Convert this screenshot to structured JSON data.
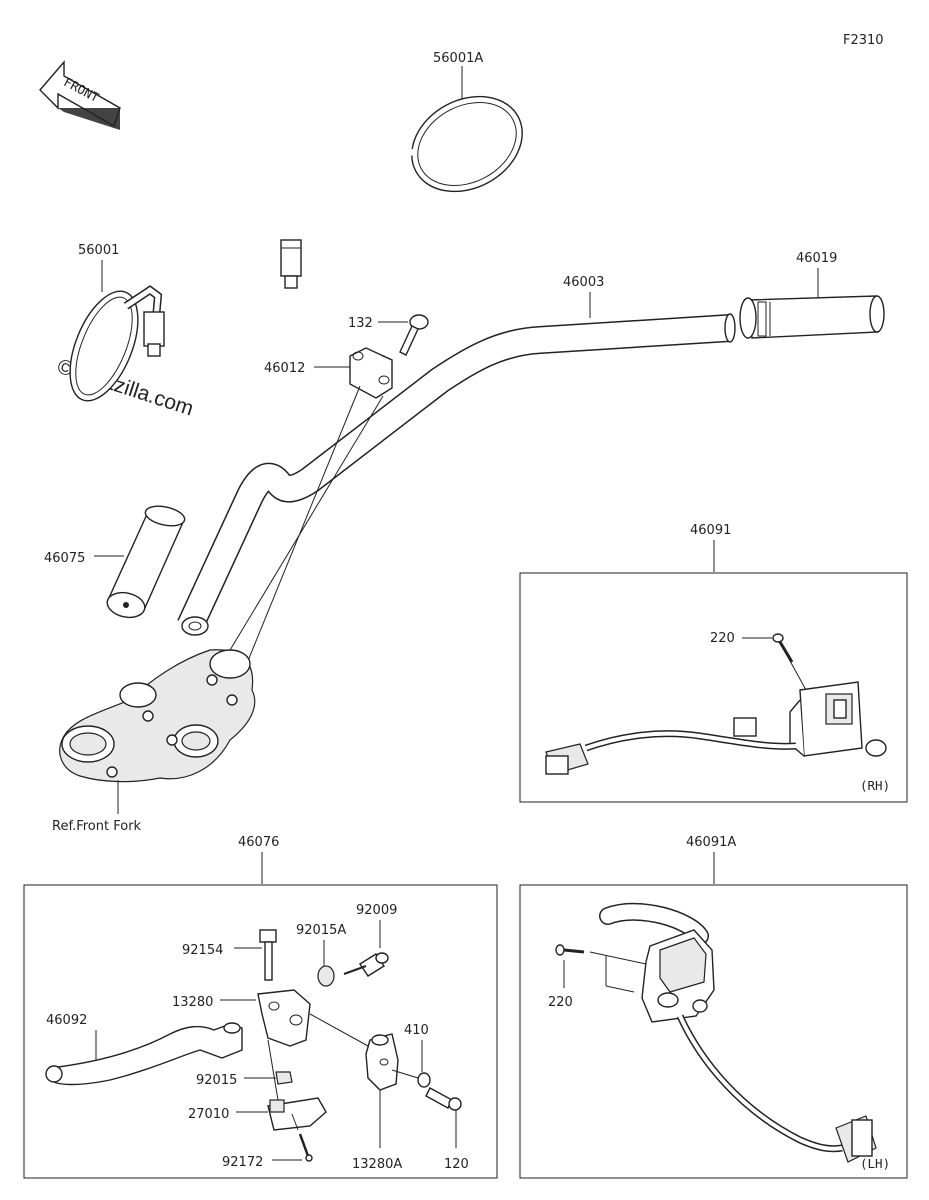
{
  "figure_code": "F2310",
  "front_arrow_label": "FRONT",
  "watermark": "© Partzilla.com",
  "labels": {
    "mirror_right": "56001A",
    "mirror_left": "56001",
    "handlebar": "46003",
    "grip_right": "46019",
    "bolt_132": "132",
    "holder": "46012",
    "grip_left": "46075",
    "ref_front_fork": "Ref.Front Fork",
    "switch_rh_assy": "46091",
    "screw_220_rh": "220",
    "rh_tag": "(RH)",
    "lever_assy": "46076",
    "bolt_92009": "92009",
    "spacer_92015a": "92015A",
    "bolt_92154": "92154",
    "holder_13280": "13280",
    "lever_46092": "46092",
    "washer_410": "410",
    "nut_92015": "92015",
    "holder_13280a": "13280A",
    "switch_27010": "27010",
    "bolt_120": "120",
    "screw_92172": "92172",
    "switch_lh_assy": "46091A",
    "screw_220_lh": "220",
    "lh_tag": "(LH)"
  }
}
